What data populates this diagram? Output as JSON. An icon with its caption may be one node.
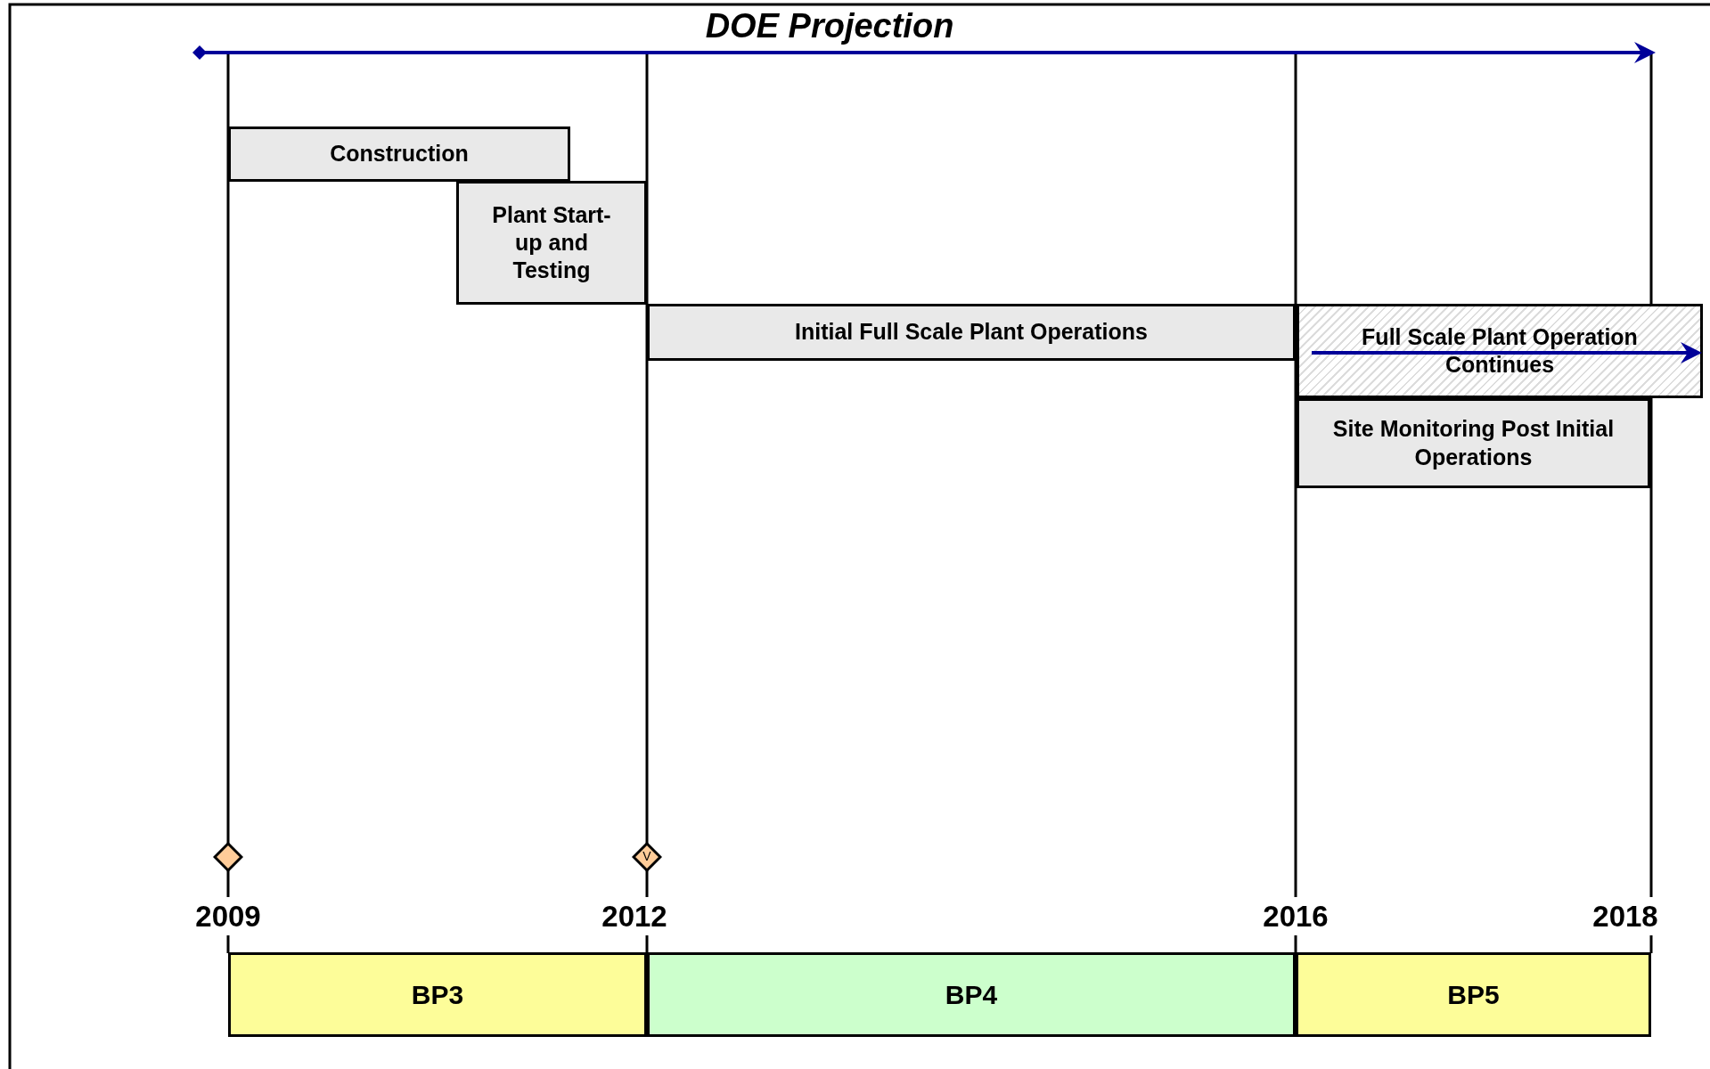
{
  "diagram": {
    "title": "DOE Projection",
    "nodes": [
      {
        "text": [
          "Construction"
        ]
      },
      {
        "text": [
          "Plant Start-up and Testing"
        ]
      },
      {
        "text": [
          "Initial Full Scale Plant Operations"
        ]
      },
      {
        "text": [
          "Full Scale Plant Operation Continues"
        ]
      },
      {
        "text": [
          "Site Monitoring Post Initial Operations"
        ]
      },
      {
        "text": [],
        "shape": "diamond"
      },
      {
        "text": [
          "V"
        ]
      },
      {
        "text": [
          "BP3"
        ]
      },
      {
        "text": [
          "BP4"
        ]
      },
      {
        "text": [
          "BP5"
        ]
      }
    ],
    "labels": [
      "2009",
      "2012",
      "2016",
      "2018"
    ]
  }
}
